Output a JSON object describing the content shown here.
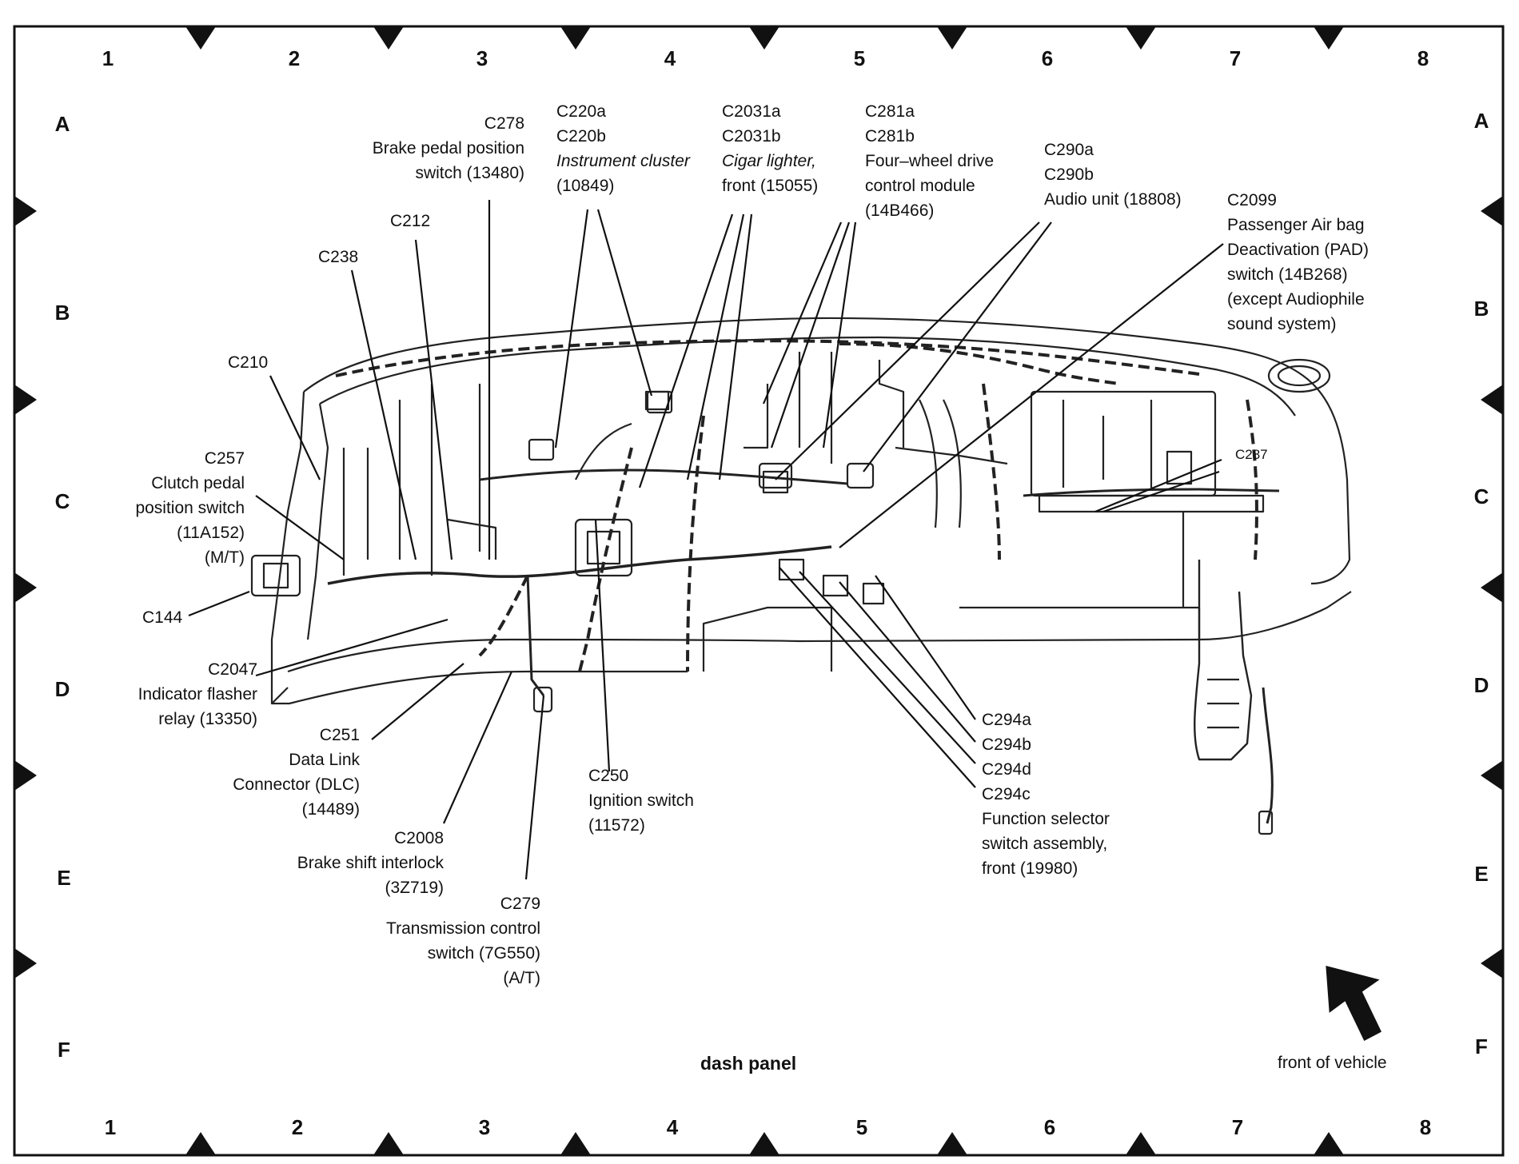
{
  "grid": {
    "columns": [
      "1",
      "2",
      "3",
      "4",
      "5",
      "6",
      "7",
      "8"
    ],
    "rows": [
      "A",
      "B",
      "C",
      "D",
      "E",
      "F"
    ]
  },
  "labels": {
    "c278": [
      "C278",
      "Brake pedal position",
      "switch (13480)"
    ],
    "c220": [
      "C220a",
      "C220b",
      "Instrument cluster",
      "(10849)"
    ],
    "c2031": [
      "C2031a",
      "C2031b",
      "Cigar lighter,",
      "front (15055)"
    ],
    "c281": [
      "C281a",
      "C281b",
      "Four–wheel drive",
      "control module",
      "(14B466)"
    ],
    "c290": [
      "C290a",
      "C290b",
      "Audio unit (18808)"
    ],
    "c2099": [
      "C2099",
      "Passenger Air bag",
      "Deactivation (PAD)",
      "switch (14B268)",
      "(except Audiophile",
      "sound system)"
    ],
    "c212": [
      "C212"
    ],
    "c238": [
      "C238"
    ],
    "c210": [
      "C210"
    ],
    "c257": [
      "C257",
      "Clutch pedal",
      "position switch",
      "(11A152)",
      "(M/T)"
    ],
    "c144": [
      "C144"
    ],
    "c2047": [
      "C2047",
      "Indicator flasher",
      "relay (13350)"
    ],
    "c251": [
      "C251",
      "Data Link",
      "Connector (DLC)",
      "(14489)"
    ],
    "c2008": [
      "C2008",
      "Brake shift interlock",
      "(3Z719)"
    ],
    "c279": [
      "C279",
      "Transmission control",
      "switch (7G550)",
      "(A/T)"
    ],
    "c250": [
      "C250",
      "Ignition switch",
      "(11572)"
    ],
    "c294": [
      "C294a",
      "C294b",
      "C294d",
      "C294c",
      "Function selector",
      "switch assembly,",
      "front (19980)"
    ],
    "c287": [
      "C287"
    ]
  },
  "title": "dash panel",
  "front_of_vehicle": "front of vehicle",
  "colors": {
    "ink": "#111111",
    "paper": "#ffffff"
  }
}
